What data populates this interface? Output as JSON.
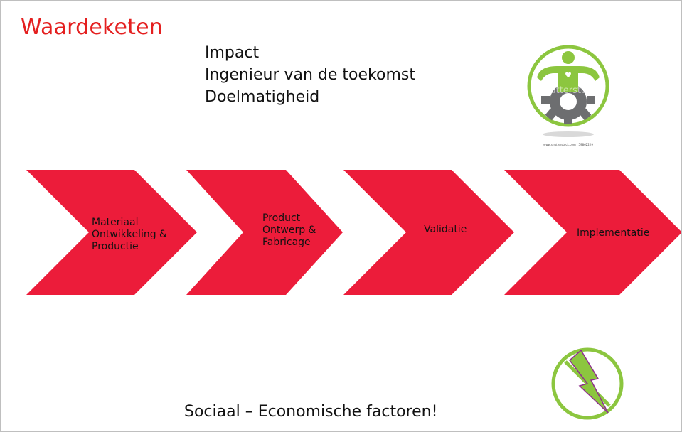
{
  "slide": {
    "title": "Waardeketen",
    "points": [
      "Impact",
      "Ingenieur van de toekomst",
      "Doelmatigheid"
    ],
    "steps": [
      {
        "lines": [
          "Materiaal",
          "Ontwikkeling &",
          "Productie"
        ]
      },
      {
        "lines": [
          "Product",
          "Ontwerp &",
          "Fabricage"
        ]
      },
      {
        "lines": [
          "Validatie"
        ]
      },
      {
        "lines": [
          "Implementatie"
        ]
      }
    ],
    "footer": "Sociaal – Economische factoren!",
    "stock_watermark": "shutterstock",
    "stock_caption": "www.shutterstock.com · 59862229"
  },
  "colors": {
    "title": "#e41f1f",
    "chevron": "#ec1c3a",
    "green": "#8cc63f",
    "gray": "#6d6e70"
  }
}
